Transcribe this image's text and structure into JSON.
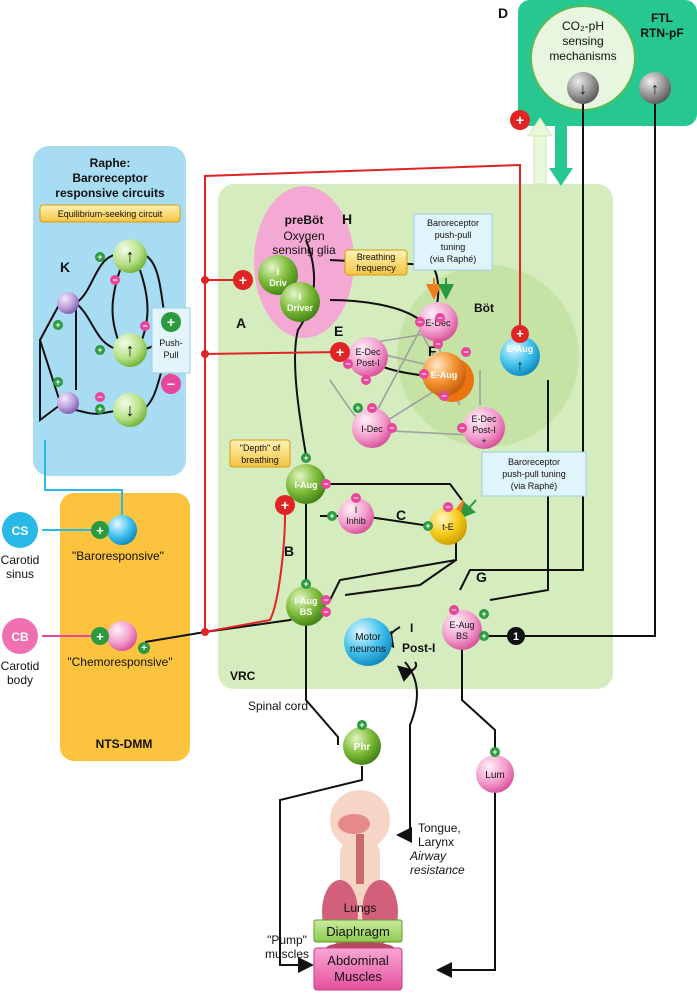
{
  "panel_letters": {
    "a": "A",
    "b": "B",
    "c": "C",
    "d": "D",
    "e": "E",
    "f": "F",
    "g": "G",
    "h": "H",
    "k": "K"
  },
  "regions": {
    "raphe_title_1": "Raphe:",
    "raphe_title_2": "Baroreceptor",
    "raphe_title_3": "responsive circuits",
    "equilibrium": "Equilibrium-seeking circuit",
    "push_pull_1": "Push-",
    "push_pull_2": "Pull",
    "nts": "NTS-DMM",
    "vrc": "VRC",
    "prebot_1": "preBöt",
    "prebot_2": "Oxygen",
    "prebot_3": "sensing glia",
    "bot": "Böt",
    "ftl_1": "FTL",
    "ftl_2": "RTN-pF",
    "co2_1": "CO₂-pH",
    "co2_2": "sensing",
    "co2_3": "mechanisms"
  },
  "callouts": {
    "breathing_freq_1": "Breathing",
    "breathing_freq_2": "frequency",
    "depth_1": "\"Depth\" of",
    "depth_2": "breathing",
    "baro_tuning_a_1": "Baroreceptor",
    "baro_tuning_a_2": "push-pull",
    "baro_tuning_a_3": "tuning",
    "baro_tuning_a_4": "(via Raphé)",
    "baro_tuning_b_1": "Baroreceptor",
    "baro_tuning_b_2": "push-pull tuning",
    "baro_tuning_b_3": "(via Raphé)"
  },
  "nodes": {
    "cs": "CS",
    "cb": "CB",
    "carotid_sinus_1": "Carotid",
    "carotid_sinus_2": "sinus",
    "carotid_body_1": "Carotid",
    "carotid_body_2": "body",
    "baroresponsive": "\"Baroresponsive\"",
    "chemoresponsive": "\"Chemoresponsive\"",
    "i_driv_1": "I",
    "i_driv_2": "Driv",
    "i_driver_1": "I",
    "i_driver_2": "Driver",
    "e_dec": "E-Dec",
    "e_dec_post_1": "E-Dec",
    "e_dec_post_2": "Post-I",
    "e_aug": "E-Aug",
    "e_aug_right": "E-Aug",
    "e_dec_post_small_1": "E-Dec",
    "e_dec_post_small_2": "Post-I",
    "e_dec_post_small_3": "+",
    "i_dec": "I-Dec",
    "i_aug": "I-Aug",
    "i_inhib_1": "I",
    "i_inhib_2": "Inhib",
    "t_e": "t-E",
    "i_aug_bs_1": "I-Aug",
    "i_aug_bs_2": "BS",
    "e_aug_bs_1": "E-Aug",
    "e_aug_bs_2": "BS",
    "motor_1": "Motor",
    "motor_2": "neurons",
    "motor_i": "I",
    "motor_post": "Post-I",
    "phr": "Phr",
    "lum": "Lum",
    "badge_1": "1"
  },
  "body_labels": {
    "spinal_cord": "Spinal cord",
    "tongue_1": "Tongue,",
    "tongue_2": "Larynx",
    "airway_1": "Airway",
    "airway_2": "resistance",
    "lungs": "Lungs",
    "pump_1": "\"Pump\"",
    "pump_2": "muscles",
    "diaphragm": "Diaphragm",
    "abdominal_1": "Abdominal",
    "abdominal_2": "Muscles"
  },
  "colors": {
    "raphe_bg": "#a7dcf3",
    "nts_bg": "#fcc33f",
    "vrc_bg": "#d5ecbf",
    "ftl_bg": "#27c792",
    "prebot_bg": "#f4a9d5",
    "bot_bg": "#c4e3a4",
    "excitatory": "#2a9a3e",
    "inhibitory": "#e6479a",
    "red_path": "#e02424",
    "green_node": "#6aaf2e",
    "pink_node": "#ef86c2",
    "blue_node": "#2ab8e6",
    "orange_node": "#f07c1e",
    "yellow_node": "#f6c200",
    "gray_node": "#8a8a8a",
    "purple_node": "#a98bd0"
  }
}
